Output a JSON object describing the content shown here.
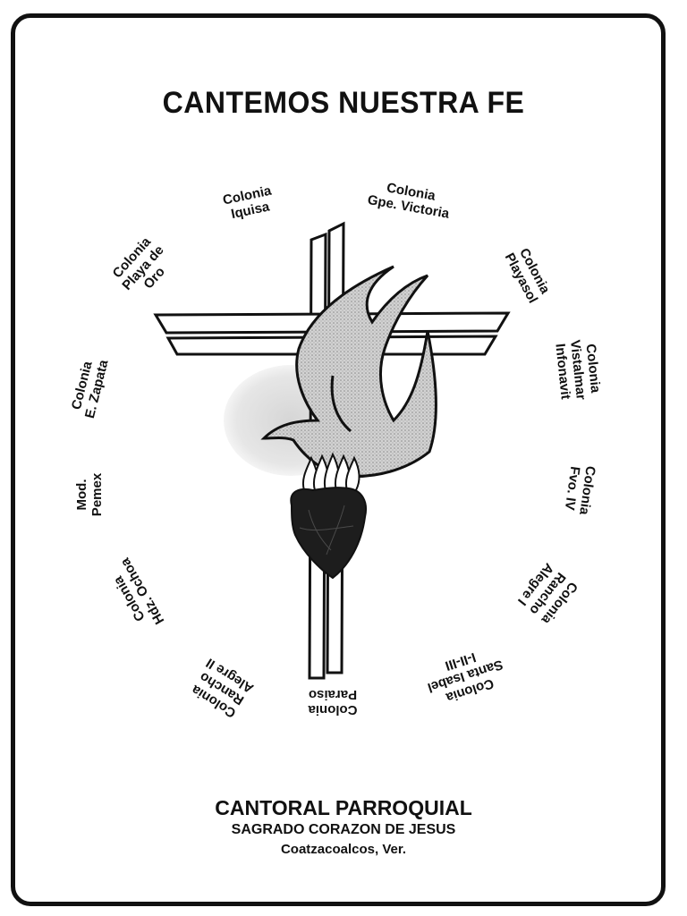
{
  "title": "CANTEMOS NUESTRA FE",
  "neighborhoods": [
    {
      "lines": [
        "Colonia",
        "Iquisa"
      ]
    },
    {
      "lines": [
        "Colonia",
        "Gpe. Victoria"
      ]
    },
    {
      "lines": [
        "Colonia",
        "Playasol"
      ]
    },
    {
      "lines": [
        "Colonia",
        "Vistalmar",
        "Infonavit"
      ]
    },
    {
      "lines": [
        "Colonia",
        "Fvo. IV"
      ]
    },
    {
      "lines": [
        "Colonia",
        "Rancho",
        "Alegre I"
      ]
    },
    {
      "lines": [
        "Colonia",
        "Santa Isabel",
        "I-II-III"
      ]
    },
    {
      "lines": [
        "Colonia",
        "Paraiso"
      ]
    },
    {
      "lines": [
        "Colonia",
        "Rancho",
        "Alegre II"
      ]
    },
    {
      "lines": [
        "Colonia",
        "Hdz. Ochoa"
      ]
    },
    {
      "lines": [
        "Mod.",
        "Pemex"
      ]
    },
    {
      "lines": [
        "Colonia",
        "E. Zapata"
      ]
    },
    {
      "lines": [
        "Colonia",
        "Playa de",
        "Oro"
      ]
    }
  ],
  "footer": {
    "line1": "CANTORAL PARROQUIAL",
    "line2": "SAGRADO CORAZON DE JESUS",
    "line3": "Coatzacoalcos, Ver."
  },
  "colors": {
    "ink": "#111111",
    "dove_fill": "#c9c9c9",
    "halo": "#e4e4e4",
    "heart": "#1d1d1d"
  }
}
